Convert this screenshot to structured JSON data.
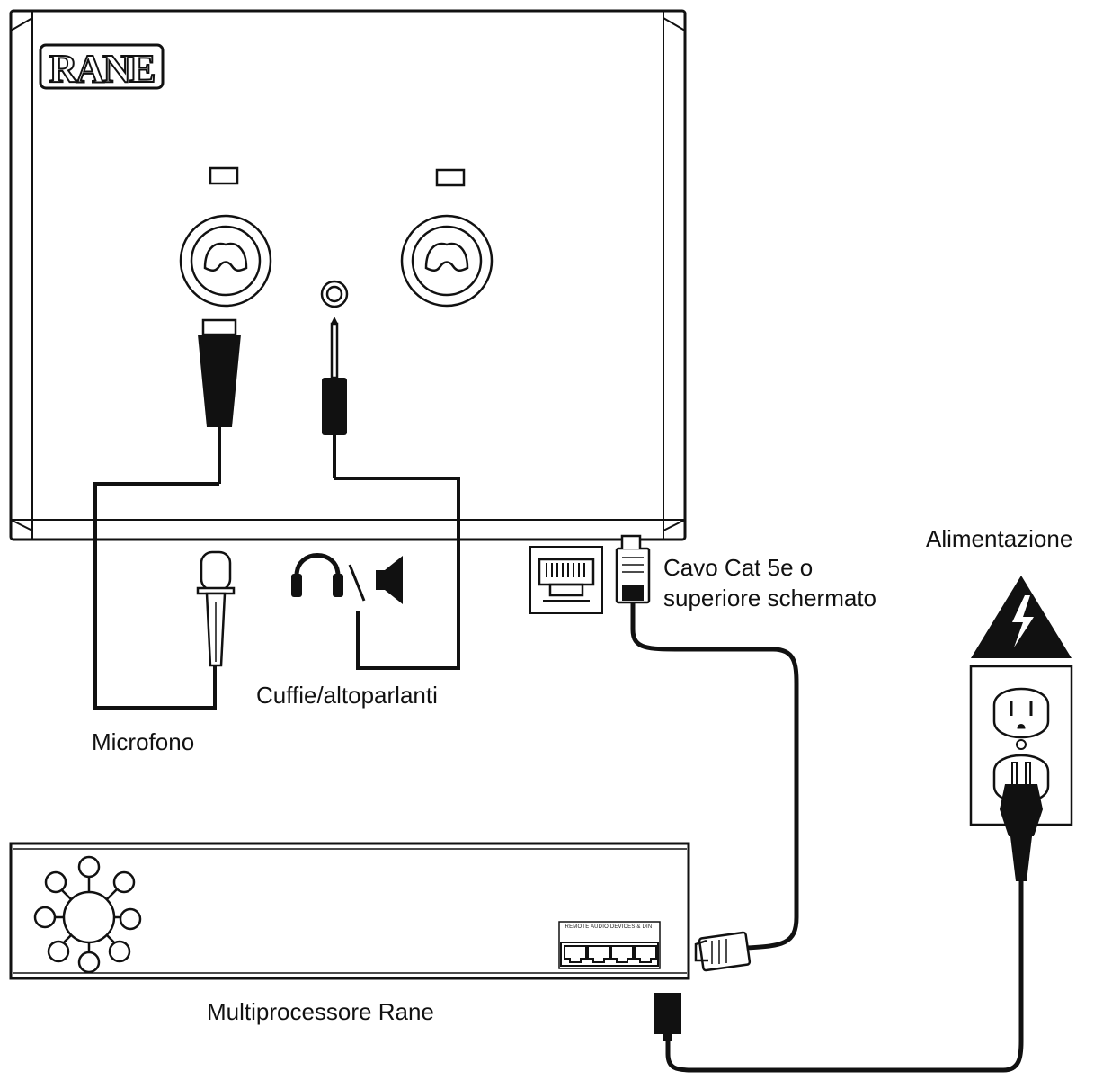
{
  "brand": {
    "logo_text": "RANE"
  },
  "labels": {
    "microphone": "Microfono",
    "headphones_speakers": "Cuffie/altoparlanti",
    "cable_line1": "Cavo Cat 5e o",
    "cable_line2": "superiore schermato",
    "power": "Alimentazione",
    "processor": "Multiprocessore Rane"
  },
  "processor_port_label": "REMOTE AUDIO DEVICES & DIN",
  "icons": [
    "rane-logo",
    "xlr-combo-jack",
    "headphone-jack",
    "xlr-connector",
    "trs-plug",
    "microphone-icon",
    "headphones-icon",
    "speaker-icon",
    "rj45-jack",
    "rj45-plug",
    "hazard-triangle-icon",
    "wall-outlet",
    "power-plug",
    "rane-flower-logo",
    "ethernet-ports"
  ],
  "colors": {
    "line": "#111111",
    "background": "#ffffff"
  }
}
